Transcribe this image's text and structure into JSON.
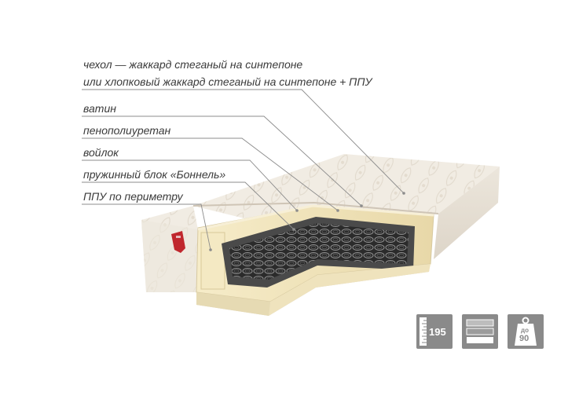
{
  "labels": {
    "cover_line1": "чехол — жаккард стеганый  на синтепоне",
    "cover_line2": "или хлопковый жаккард стеганый на синтепоне + ППУ",
    "batting": "ватин",
    "foam": "пенополиуретан",
    "felt": "войлок",
    "spring_block": "пружинный блок «Боннель»",
    "perimeter": "ППУ по периметру"
  },
  "icons": {
    "length": {
      "name": "ruler-icon",
      "value": "195"
    },
    "layers": {
      "name": "layers-icon"
    },
    "weight": {
      "name": "weight-icon",
      "prefix": "до",
      "value": "90"
    }
  },
  "colors": {
    "icon_bg": "#8a8a8a",
    "label_text": "#3a3a3a",
    "leader_line": "#8c8c8c",
    "foam": "#f3e7c4",
    "spring": "#2e2e2e",
    "fabric": "#efe9e0",
    "tag": "#c0272d"
  }
}
